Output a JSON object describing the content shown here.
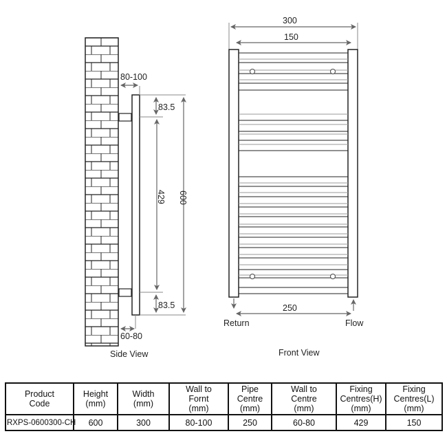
{
  "side_view": {
    "caption": "Side View",
    "dim_wall_to_front": "80-100",
    "dim_top_offset": "83.5",
    "dim_fixing_centres": "429",
    "dim_height": "600",
    "dim_bottom_offset": "83.5",
    "dim_wall_to_centre": "60-80"
  },
  "front_view": {
    "caption": "Front View",
    "dim_width": "300",
    "dim_fixing_width": "150",
    "dim_pipe_centre": "250",
    "label_return": "Return",
    "label_flow": "Flow"
  },
  "spec_table": {
    "headers": [
      [
        "Product",
        "Code"
      ],
      [
        "Height",
        "(mm)"
      ],
      [
        "Width",
        "(mm)"
      ],
      [
        "Wall to",
        "Fornt",
        "(mm)"
      ],
      [
        "Pipe",
        "Centre",
        "(mm)"
      ],
      [
        "Wall to",
        "Centre",
        "(mm)"
      ],
      [
        "Fixing",
        "Centres(H)",
        "(mm)"
      ],
      [
        "Fixing",
        "Centres(L)",
        "(mm)"
      ]
    ],
    "header_text": {
      "c0": "Product Code",
      "c1": "Height (mm)",
      "c2": "Width (mm)",
      "c3": "Wall to Fornt (mm)",
      "c4": "Pipe Centre (mm)",
      "c5": "Wall to Centre (mm)",
      "c6": "Fixing Centres(H) (mm)",
      "c7": "Fixing Centres(L) (mm)"
    },
    "rows": [
      [
        "RXPS-0600300-CH",
        "600",
        "300",
        "80-100",
        "250",
        "60-80",
        "429",
        "150"
      ]
    ]
  }
}
